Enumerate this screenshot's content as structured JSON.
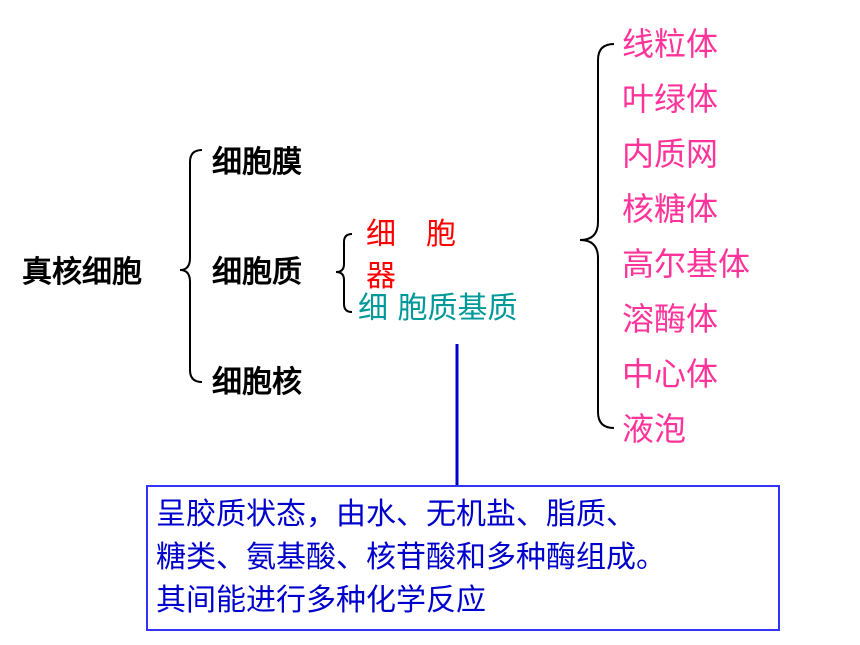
{
  "root": "真核细胞",
  "branches": [
    "细胞膜",
    "细胞质",
    "细胞核"
  ],
  "cytoplasm": {
    "organelle_label_line1": "细　胞",
    "organelle_label_line2": "器",
    "matrix_label": "细 胞质基质"
  },
  "organelles": [
    "线粒体",
    "叶绿体",
    "内质网",
    "核糖体",
    "高尔基体",
    "溶酶体",
    "中心体",
    "液泡"
  ],
  "description_lines": [
    "呈胶质状态，由水、无机盐、脂质、",
    "糖类、氨基酸、核苷酸和多种酶组成。",
    "其间能进行多种化学反应"
  ],
  "colors": {
    "main_text": "#000000",
    "organelles": "#ff3399",
    "organelle_label": "#ff0000",
    "matrix_label": "#009999",
    "connector": "#0000cc",
    "description": "#0000cc"
  }
}
